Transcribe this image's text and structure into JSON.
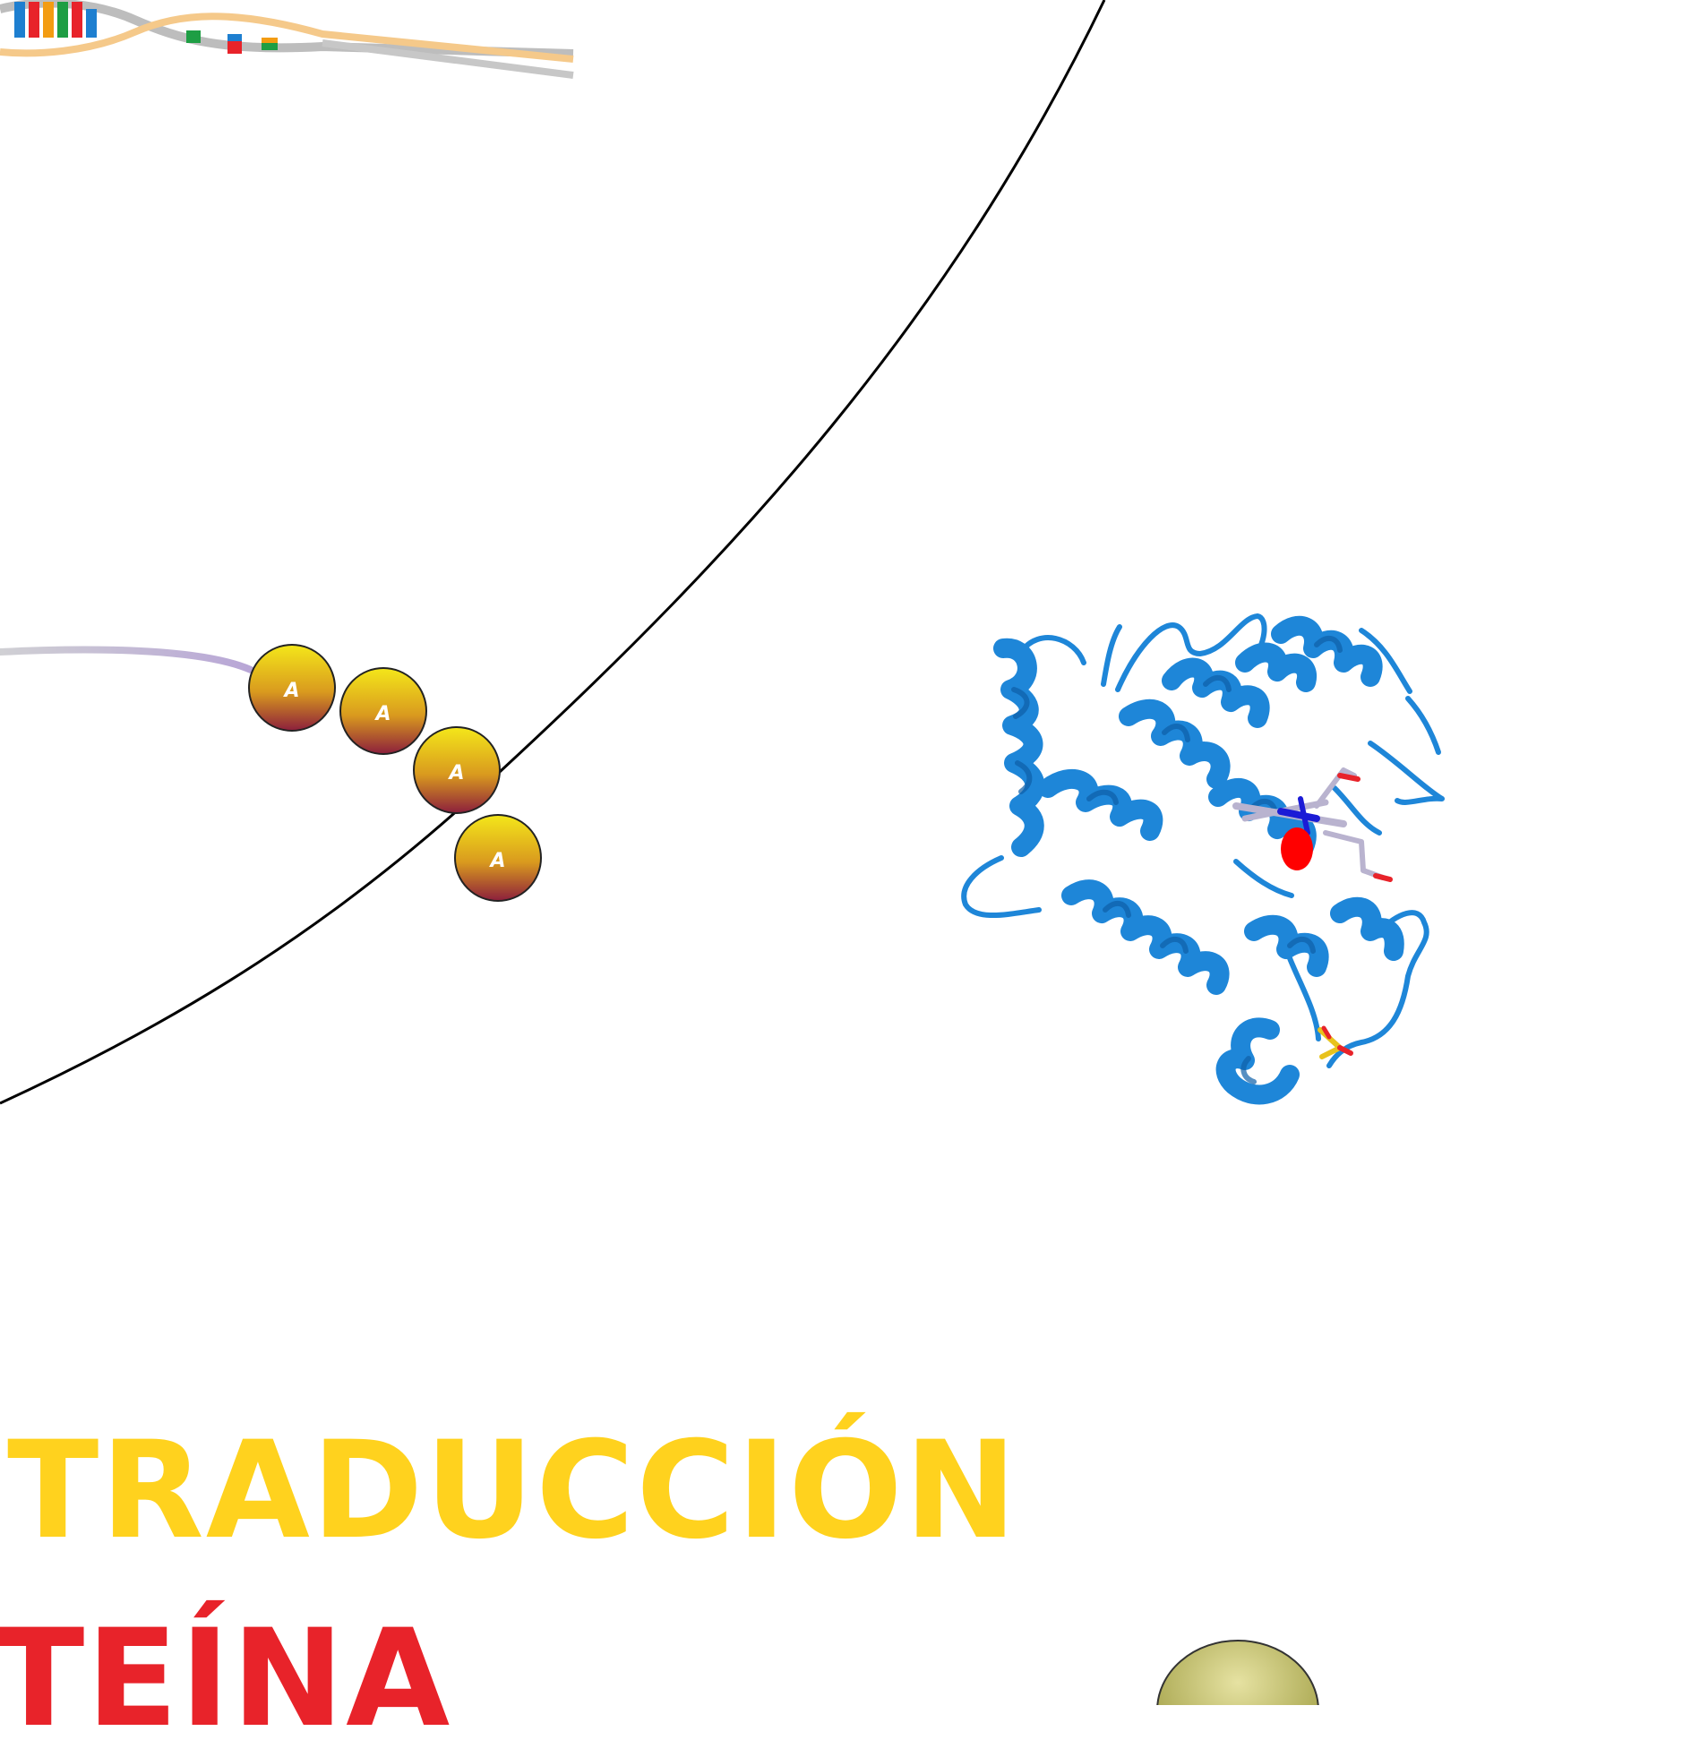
{
  "labels": {
    "process": "TRADUCCIÓN",
    "product": "TEÍNA"
  },
  "poly_a_tail": {
    "bead_letter": "A",
    "count": 4
  },
  "colors": {
    "process_text": "#FFD21E",
    "product_text": "#E8232A",
    "protein_ribbon": "#1E86D8",
    "protein_ribbon_dark": "#0E5FA8",
    "heme_red": "#FF0000",
    "heme_blue": "#1B1BD6",
    "heme_stick": "#B9B3CF",
    "sulfate_yellow": "#E8C21C",
    "bead_top": "#F2E21A",
    "bead_bottom": "#8C1F3C",
    "membrane_line": "#000000",
    "mrna_strand": "#C9C9CC",
    "dna_backbone": "#F5C98A"
  },
  "icons": {
    "dna": "dna-double-helix-icon",
    "protein": "protein-ribbon-icon",
    "ribosome": "ribosome-subunit-icon"
  }
}
